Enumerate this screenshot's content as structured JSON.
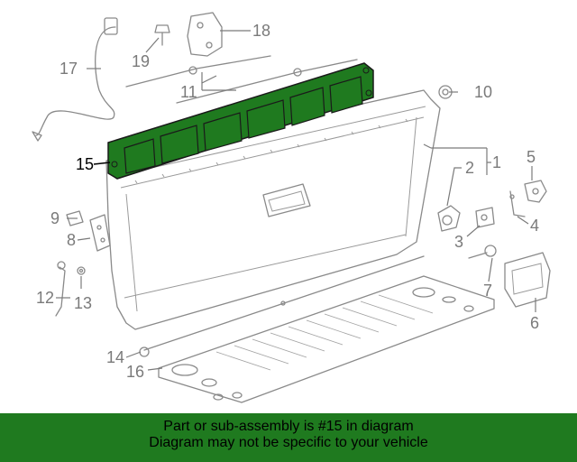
{
  "diagram": {
    "highlight_color": "#1f7a1f",
    "highlighted_part": "15",
    "callouts": [
      "1",
      "2",
      "3",
      "4",
      "5",
      "6",
      "7",
      "8",
      "9",
      "10",
      "11",
      "12",
      "13",
      "14",
      "15",
      "16",
      "17",
      "18",
      "19"
    ]
  },
  "banner": {
    "line1": "Part or sub-assembly is #15 in diagram",
    "line2": "Diagram may not be specific to your vehicle",
    "background": "#1f7a1f"
  }
}
